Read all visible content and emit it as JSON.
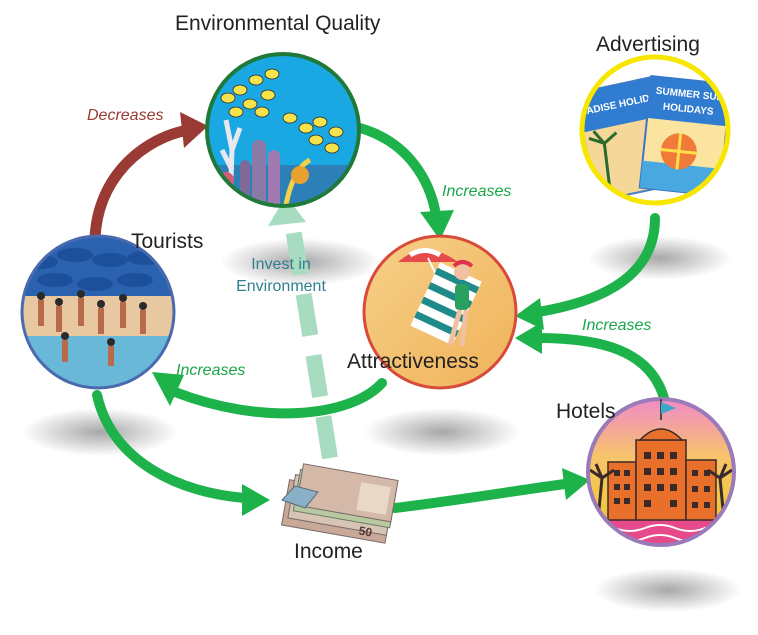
{
  "nodes": {
    "environmental_quality": "Environmental Quality",
    "advertising": "Advertising",
    "tourists": "Tourists",
    "attractiveness": "Attractiveness",
    "hotels": "Hotels",
    "income": "Income"
  },
  "edges": {
    "tourists_to_environment": "Decreases",
    "environment_to_attractiveness": "Increases",
    "attractiveness_to_tourists": "Increases",
    "hotels_to_attractiveness": "Increases",
    "income_to_environment_line1": "Invest in",
    "income_to_environment_line2": "Environment"
  },
  "poster": {
    "back_text": "PARADISE HOLIDAYS",
    "front_line1": "SUMMER SUN",
    "front_line2": "HOLIDAYS"
  },
  "banknote_value": "50",
  "colors": {
    "green_arrow": "#1db34a",
    "red_arrow": "#9a3a34",
    "faded_arrow": "#a8dcc0",
    "increases_text": "#1aa64a",
    "decreases_text": "#9a3a34",
    "invest_text": "#2f7f8f"
  }
}
